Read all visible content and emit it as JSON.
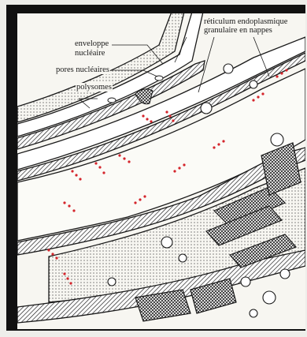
{
  "labels": {
    "enveloppe": "enveloppe",
    "nucleaire": "nucléaire",
    "pores": "pores nucléaires",
    "polysomes": "polysomes",
    "reticulum_line1": "réticulum endoplasmique",
    "reticulum_line2": "granulaire en nappes"
  },
  "colors": {
    "ribosome_red": "#d4242b",
    "ink": "#1a1a1a",
    "paper": "#f7f6f1",
    "frame": "#111111"
  }
}
